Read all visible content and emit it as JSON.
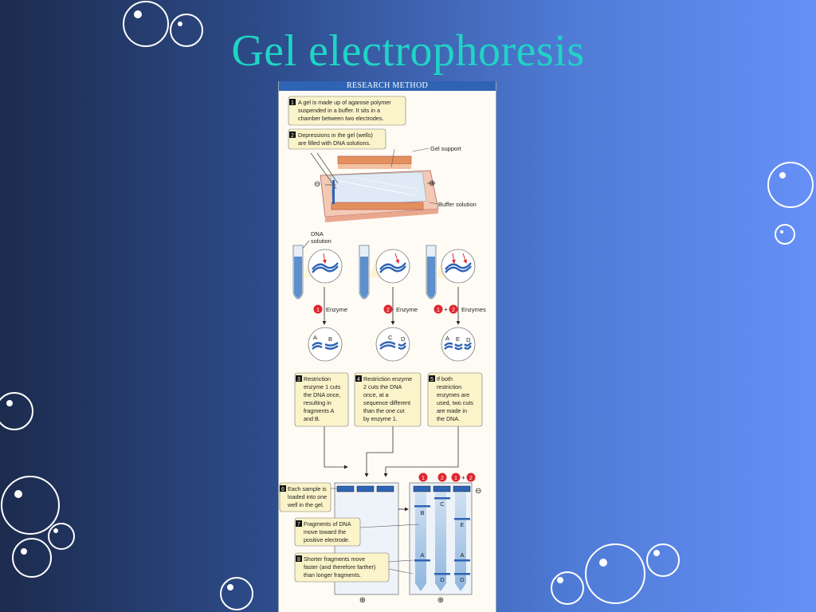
{
  "slide": {
    "title": "Gel electrophoresis"
  },
  "figure": {
    "header": "RESEARCH METHOD",
    "step1": {
      "num": "1",
      "lines": [
        "A gel is made up of agarose polymer",
        "suspended in a buffer. It sits in a",
        "chamber between two electrodes."
      ]
    },
    "step2": {
      "num": "2",
      "lines": [
        "Depressions in the gel (wells)",
        "are filled with DNA solutions."
      ]
    },
    "gel_support_label": "Gel support",
    "buffer_label": "Buffer solution",
    "minus_sign": "⊖",
    "plus_sign": "⊕",
    "dna_label": [
      "DNA",
      "solution"
    ],
    "enzyme1": {
      "num": "1",
      "label": "Enzyme"
    },
    "enzyme2": {
      "num": "2",
      "label": "Enzyme"
    },
    "enzyme12": {
      "num_a": "1",
      "plus": "+",
      "num_b": "2",
      "label": "Enzymes"
    },
    "frag_labels": {
      "a": "A",
      "b": "B",
      "c": "C",
      "d": "D",
      "e": "E"
    },
    "step3": {
      "num": "3",
      "lines": [
        "Restriction",
        "enzyme 1 cuts",
        "the DNA once,",
        "resulting in",
        "fragments A",
        "and B."
      ]
    },
    "step4": {
      "num": "4",
      "lines": [
        "Restriction enzyme",
        "2 cuts the DNA",
        "once, at a",
        "sequence different",
        "than the one cut",
        "by enzyme 1."
      ]
    },
    "step5": {
      "num": "5",
      "lines": [
        "If both",
        "restriction",
        "enzymes are",
        "used, two cuts",
        "are made in",
        "the DNA."
      ]
    },
    "lanes": {
      "l1": "1",
      "l2": "2",
      "l3a": "1",
      "plus": "+",
      "l3b": "2"
    },
    "step6": {
      "num": "6",
      "lines": [
        "Each sample is",
        "loaded into one",
        "well in the gel."
      ]
    },
    "step7": {
      "num": "7",
      "lines": [
        "Fragments of DNA",
        "move toward the",
        "positive electrode."
      ]
    },
    "step8": {
      "num": "8",
      "lines": [
        "Shorter fragments move",
        "faster (and therefore farther)",
        "than longer fragments."
      ]
    }
  },
  "colors": {
    "title": "#20d4c4",
    "accent": "#2f63b4",
    "note_bg": "#fbf3c9",
    "enzyme_red": "#e0262f"
  }
}
